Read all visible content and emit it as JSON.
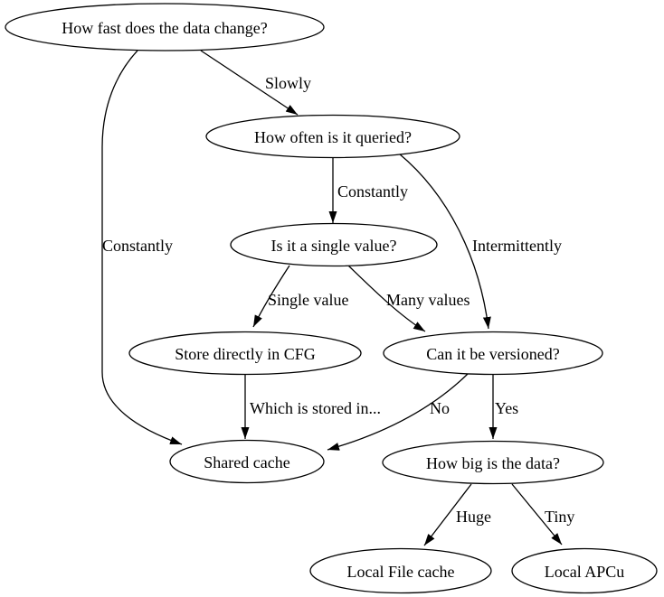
{
  "diagram": {
    "description": "Decision flowchart for choosing a caching strategy",
    "colors": {
      "background": "#ffffff",
      "node_fill": "#ffffff",
      "line": "#000000",
      "text": "#000000"
    },
    "nodes": [
      {
        "id": "how-fast",
        "label": "How fast does the data change?"
      },
      {
        "id": "how-often",
        "label": "How often is it queried?"
      },
      {
        "id": "single-value",
        "label": "Is it a single value?"
      },
      {
        "id": "store-cfg",
        "label": "Store directly in CFG"
      },
      {
        "id": "versioned",
        "label": "Can it be versioned?"
      },
      {
        "id": "shared-cache",
        "label": "Shared cache"
      },
      {
        "id": "how-big",
        "label": "How big is the data?"
      },
      {
        "id": "local-file",
        "label": "Local File cache"
      },
      {
        "id": "local-apcu",
        "label": "Local APCu"
      }
    ],
    "edges": [
      {
        "from": "how-fast",
        "to": "how-often",
        "label": "Slowly"
      },
      {
        "from": "how-fast",
        "to": "shared-cache",
        "label": "Constantly"
      },
      {
        "from": "how-often",
        "to": "single-value",
        "label": "Constantly"
      },
      {
        "from": "how-often",
        "to": "versioned",
        "label": "Intermittently"
      },
      {
        "from": "single-value",
        "to": "store-cfg",
        "label": "Single value"
      },
      {
        "from": "single-value",
        "to": "versioned",
        "label": "Many values"
      },
      {
        "from": "store-cfg",
        "to": "shared-cache",
        "label": "Which is stored in..."
      },
      {
        "from": "versioned",
        "to": "shared-cache",
        "label": "No"
      },
      {
        "from": "versioned",
        "to": "how-big",
        "label": "Yes"
      },
      {
        "from": "how-big",
        "to": "local-file",
        "label": "Huge"
      },
      {
        "from": "how-big",
        "to": "local-apcu",
        "label": "Tiny"
      }
    ]
  }
}
